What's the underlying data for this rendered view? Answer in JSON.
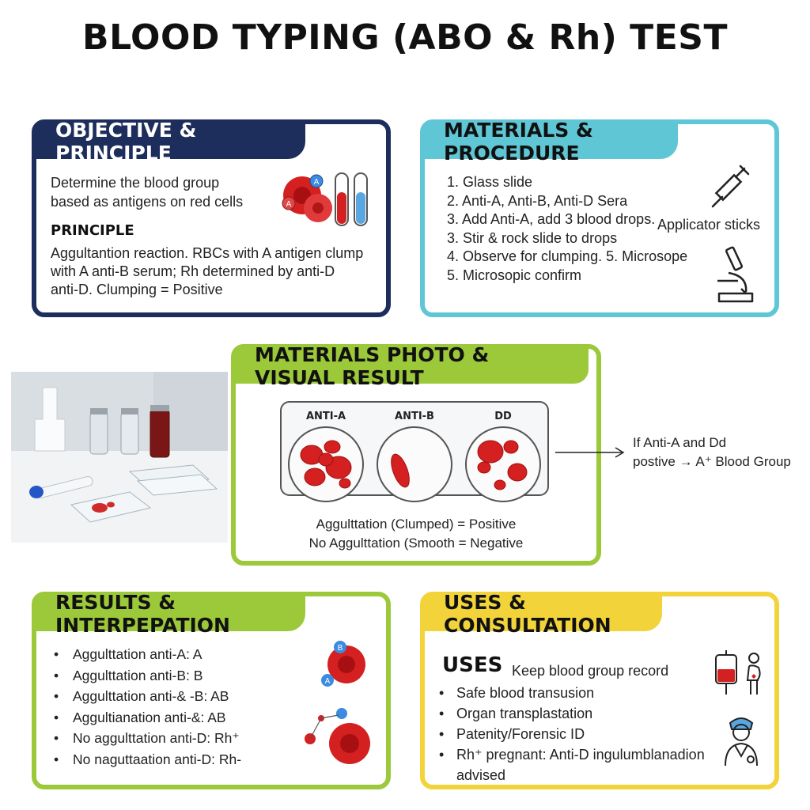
{
  "title": "BLOOD TYPING (ABO & Rh) TEST",
  "objective": {
    "header": "OBJECTIVE & PRINCIPLE",
    "intro_line1": "Determine the blood group",
    "intro_line2": "based as antigens on red cells",
    "icon_badge_a": "A",
    "icon_badge_b": "A",
    "principle_heading": "PRINCIPLE",
    "principle_line1": "Aggultantion reaction. RBCs with A antigen clump",
    "principle_line2": "with  A  anti-B serum;  Rh determined by anti-D",
    "principle_line3": "anti-D. Clumping = Positive"
  },
  "materials": {
    "header": "MATERIALS & PROCEDURE",
    "steps": [
      "1. Glass slide",
      "2. Anti-A, Anti-B, Anti-D Sera",
      "3. Add Anti-A, add 3 blood drops.",
      "3. Stir & rock slide to drops",
      "4. Observe for clumping. 5. Microsope",
      "5. Microsopic confirm"
    ],
    "side_label": "Applicator sticks"
  },
  "visual": {
    "header": "MATERIALS PHOTO & VISUAL RESULT",
    "wells": [
      "ANTI-A",
      "ANTI-B",
      "DD"
    ],
    "legend_line1": "Aggulttation (Clumped) = Positive",
    "legend_line2": "No Aggulttation (Smooth = Negative",
    "annotation_line1": "If Anti-A and Dd",
    "annotation_line2": "postive → A⁺ Blood Group"
  },
  "results": {
    "header": "RESULTS & INTERPEPATION",
    "items": [
      "Aggulttation anti-A: A",
      "Aggulttation anti-B: B",
      "Aggulttation anti-& -B:  AB",
      "Aggultianation anti-&:  AB",
      "No aggulttation anti-D: Rh⁺",
      "No naguttaation anti-D: Rh-"
    ],
    "badge_top": "B",
    "badge_mid": "A"
  },
  "uses": {
    "header": "USES & CONSULTATION",
    "sub": "USES",
    "keep": "Keep blood group record",
    "items": [
      "Safe blood transusion",
      "Organ transplastation",
      "Patenity/Forensic ID",
      "Rh⁺ pregnant: Anti-D ingulumblanadion advised"
    ]
  },
  "colors": {
    "navy": "#1d2d5c",
    "teal": "#5fc6d6",
    "green": "#9cc93a",
    "yellow": "#f2d43a",
    "blood": "#d42020"
  }
}
